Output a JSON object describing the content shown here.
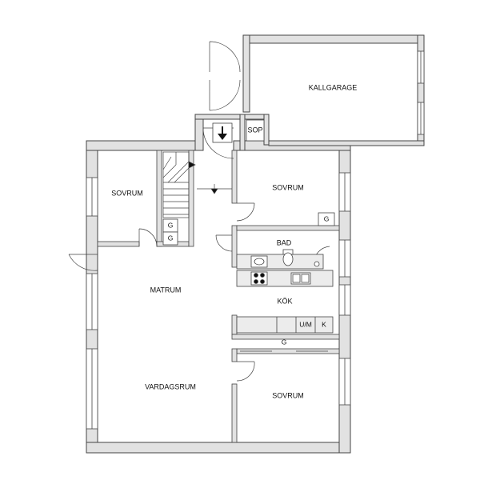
{
  "plan": {
    "rooms": {
      "kallgarage": "KALLGARAGE",
      "sop": "SOP",
      "sovrum_nw": "SOVRUM",
      "sovrum_ne": "SOVRUM",
      "bad": "BAD",
      "matrum": "MATRUM",
      "kok": "KÖK",
      "vardagsrum": "VARDAGSRUM",
      "sovrum_se": "SOVRUM"
    },
    "fixtures": {
      "g_stair_1": "G",
      "g_stair_2": "G",
      "g_sovrum_ne": "G",
      "g_hall": "G",
      "um": "U/M",
      "k": "K"
    }
  },
  "colors": {
    "wall": "#e2e2e2",
    "wall_stroke": "#444444",
    "window": "#ffffff",
    "counter": "#ececec"
  }
}
